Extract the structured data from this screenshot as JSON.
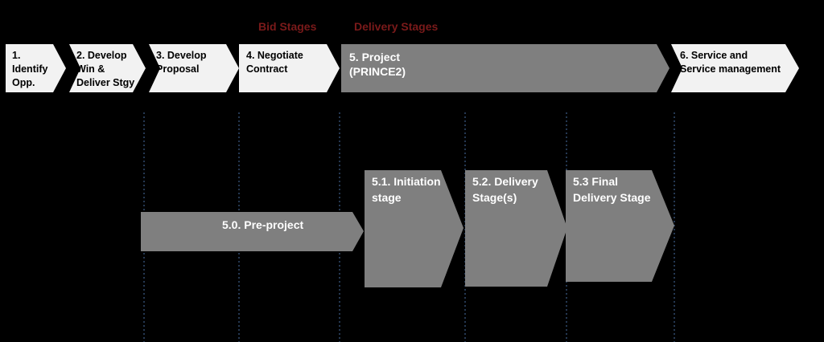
{
  "headers": {
    "bid_stages": "Bid Stages",
    "delivery_stages": "Delivery Stages"
  },
  "phases": [
    {
      "id": "identify",
      "label": "1.\nIdentify\nOpp."
    },
    {
      "id": "develop-win",
      "label": "2. Develop\nWin &\nDeliver Stgy"
    },
    {
      "id": "develop-proposal",
      "label": "3. Develop\nProposal"
    },
    {
      "id": "negotiate",
      "label": "4. Negotiate\nContract"
    },
    {
      "id": "project",
      "label": "5. Project\n(PRINCE2)"
    },
    {
      "id": "service",
      "label": "6. Service and\nService management"
    }
  ],
  "stages": [
    {
      "id": "pre-project",
      "label": "5.0. Pre-project"
    },
    {
      "id": "initiation",
      "label": "5.1. Initiation\nstage"
    },
    {
      "id": "delivery",
      "label": "5.2. Delivery\nStage(s)"
    },
    {
      "id": "final-delivery",
      "label": "5.3 Final\nDelivery Stage"
    }
  ],
  "colors": {
    "background": "#000000",
    "light_chevron": "#f2f2f2",
    "dark_chevron": "#7f7f7f",
    "header_text": "#7a1a1a",
    "divider": "#4a6fa5"
  }
}
